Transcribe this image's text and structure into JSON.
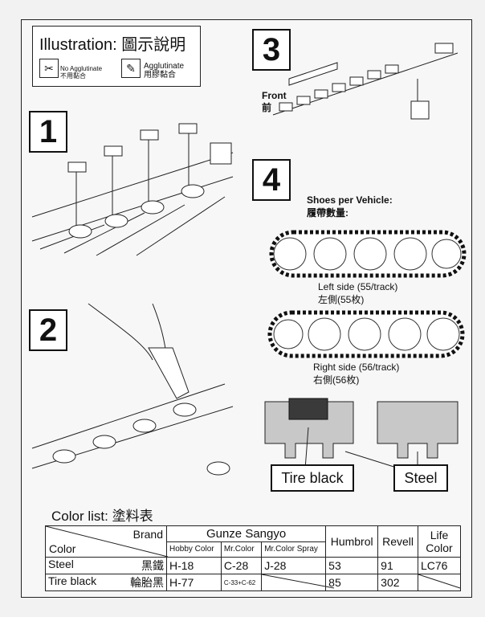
{
  "legend": {
    "title": "Illustration:  圖示說明",
    "no_glue_en": "No Agglutinate",
    "no_glue_zh": "不用黏合",
    "glue_en": "Agglutinate",
    "glue_zh": "用膠黏合"
  },
  "steps": [
    "1",
    "2",
    "3",
    "4"
  ],
  "step3": {
    "front_en": "Front",
    "front_zh": "前"
  },
  "step4": {
    "shoes_en": "Shoes per Vehicle:",
    "shoes_zh": "履帶數量:",
    "left_en": "Left side (55/track)",
    "left_zh": "左側(55枚)",
    "right_en": "Right side (56/track)",
    "right_zh": "右側(56枚)",
    "tire_black": "Tire black",
    "steel": "Steel"
  },
  "color_list": {
    "heading": "Color list:  塗料表",
    "brand_label": "Brand",
    "color_label": "Color",
    "gunze": "Gunze Sangyo",
    "hobby_color": "Hobby Color",
    "mr_color": "Mr.Color",
    "mr_color_spray": "Mr.Color Spray",
    "humbrol": "Humbrol",
    "revell": "Revell",
    "life_color": "Life Color",
    "rows": [
      {
        "name_en": "Steel",
        "name_zh": "黑鐵",
        "hobby": "H-18",
        "mr": "C-28",
        "spray": "J-28",
        "humbrol": "53",
        "revell": "91",
        "life": "LC76"
      },
      {
        "name_en": "Tire black",
        "name_zh": "輪胎黑",
        "hobby": "H-77",
        "mr": "C-33+C-62",
        "spray": "",
        "humbrol": "85",
        "revell": "302",
        "life": ""
      }
    ]
  },
  "colors": {
    "dark_grey": "#3a3a3a",
    "steel_grey": "#c8c8c8",
    "black": "#111111"
  }
}
